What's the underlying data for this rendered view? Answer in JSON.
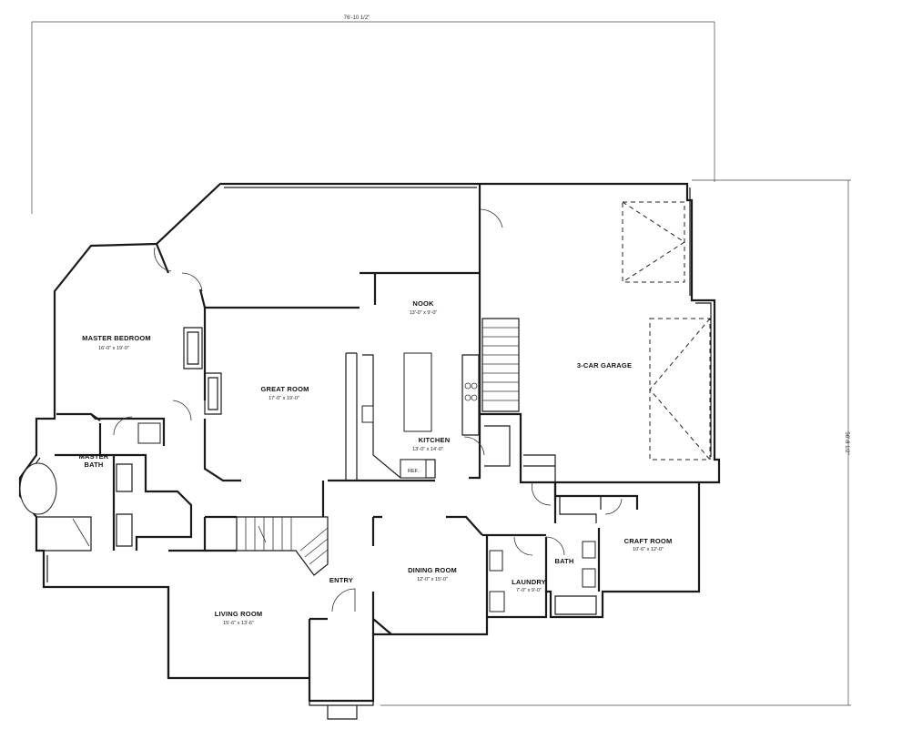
{
  "dimensions": {
    "width": "76'-10 1/2\"",
    "depth": "56'-8 1/2\""
  },
  "rooms": {
    "master_bedroom": {
      "name": "MASTER BEDROOM",
      "size": "16'-0\" x 19'-0\""
    },
    "master_bath": {
      "name_line1": "MASTER",
      "name_line2": "BATH"
    },
    "great_room": {
      "name": "GREAT ROOM",
      "size": "17'-0\" x 19'-0\""
    },
    "nook": {
      "name": "NOOK",
      "size": "13'-0\" x 9'-0\""
    },
    "kitchen": {
      "name": "KITCHEN",
      "size": "13'-0\" x 14'-0\""
    },
    "refrigerator": {
      "name": "REF."
    },
    "garage": {
      "name": "3-CAR GARAGE"
    },
    "craft_room": {
      "name": "CRAFT ROOM",
      "size": "10'-6\" x 12'-0\""
    },
    "bath": {
      "name": "BATH"
    },
    "laundry": {
      "name": "LAUNDRY",
      "size": "7'-0\" x 9'-0\""
    },
    "dining_room": {
      "name": "DINING ROOM",
      "size": "12'-0\" x 15'-0\""
    },
    "entry": {
      "name": "ENTRY"
    },
    "living_room": {
      "name": "LIVING ROOM",
      "size": "15'-6\" x 13'-6\""
    }
  }
}
